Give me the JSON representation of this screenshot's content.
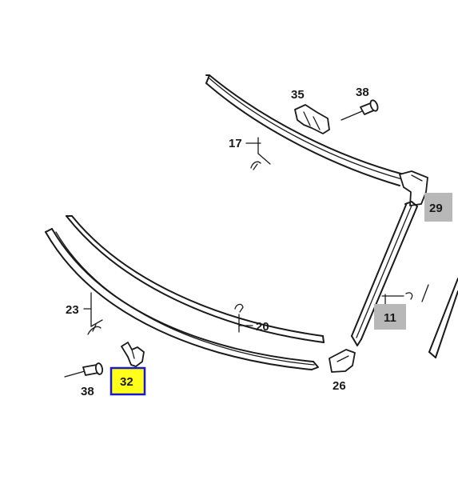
{
  "labels": {
    "p35": "35",
    "p38_top": "38",
    "p17": "17",
    "p29": "29",
    "p11": "11",
    "p23": "23",
    "p20": "20",
    "p32": "32",
    "p38_bottom": "38",
    "p26": "26"
  },
  "colors": {
    "line": "#1a1a1a",
    "gray_box": "#b8b8b8",
    "highlight_fill": "#ffff1a",
    "highlight_border": "#1a1acc"
  }
}
